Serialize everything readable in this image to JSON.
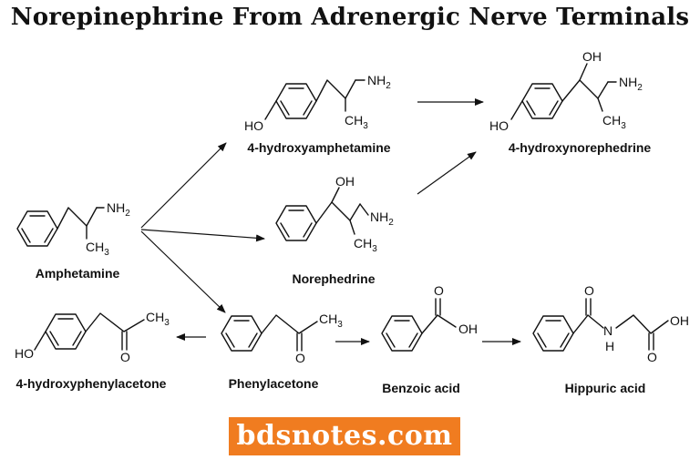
{
  "title": "Norepinephrine From Adrenergic Nerve Terminals",
  "watermark": "bdsnotes.com",
  "compounds": {
    "amphetamine": "Amphetamine",
    "hydroxyamphetamine": "4-hydroxyamphetamine",
    "hydroxynorephedrine": "4-hydroxynorephedrine",
    "norephedrine": "Norephedrine",
    "hydroxyphenylacetone": "4-hydroxyphenylacetone",
    "phenylacetone": "Phenylacetone",
    "benzoic_acid": "Benzoic acid",
    "hippuric_acid": "Hippuric acid"
  },
  "atoms": {
    "nh2": "NH",
    "sub2": "2",
    "ch3": "CH",
    "sub3": "3",
    "oh": "OH",
    "ho": "HO",
    "o": "O",
    "h": "H"
  }
}
